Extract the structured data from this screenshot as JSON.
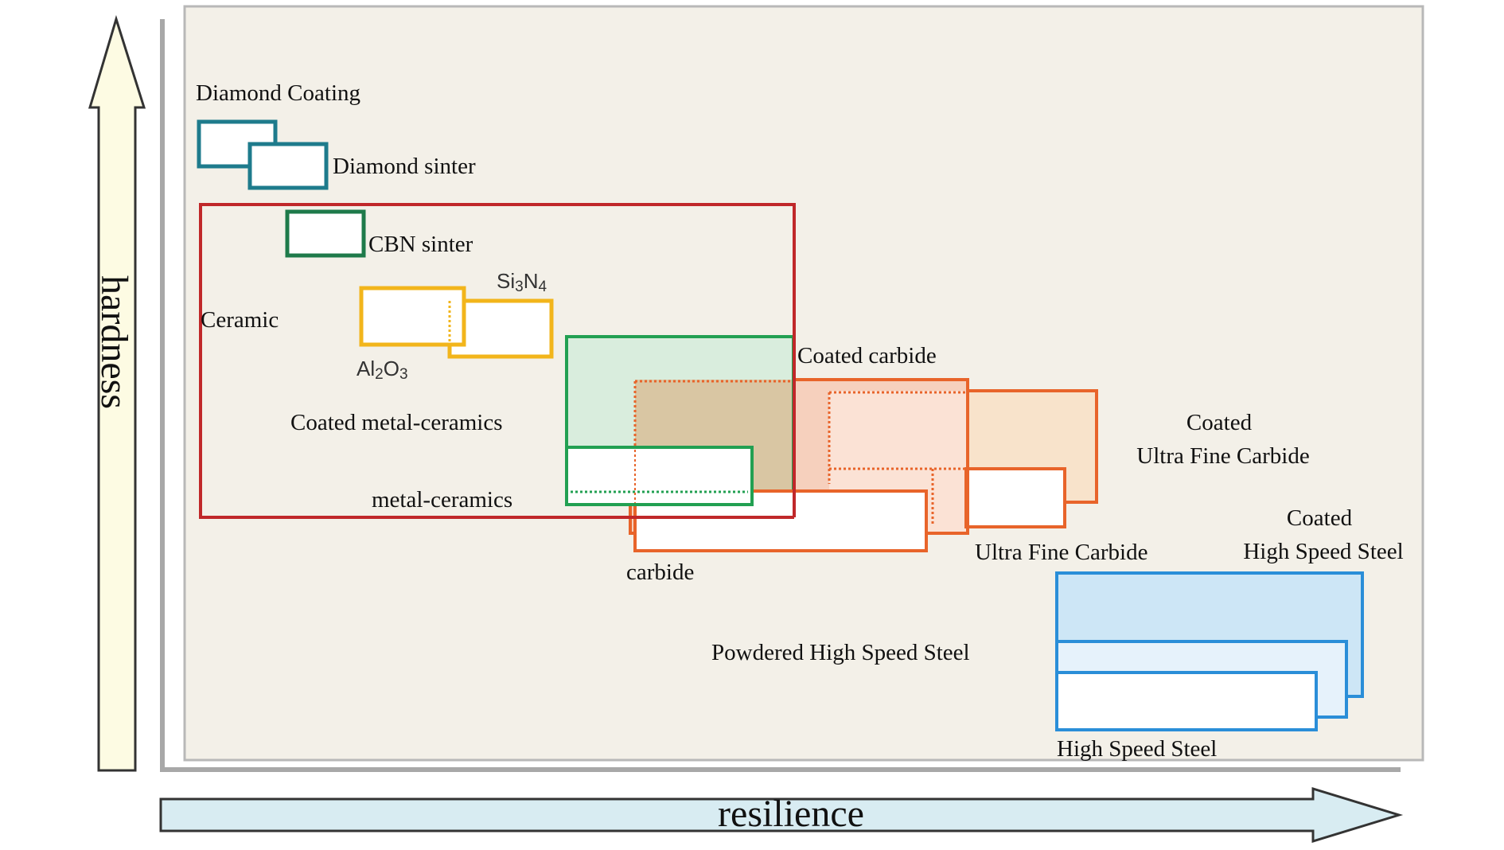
{
  "axes": {
    "y_label": "hardness",
    "x_label": "resilience",
    "y_arrow_fill": "#fdfbe3",
    "x_arrow_fill": "#d8ecf2"
  },
  "panel": {
    "background": "#f3f0e8",
    "border": "#b8b8b8"
  },
  "labels": {
    "diamond_coating": "Diamond Coating",
    "diamond_sinter": "Diamond sinter",
    "cbn_sinter": "CBN sinter",
    "si3n4": {
      "base1": "Si",
      "sub1": "3",
      "base2": "N",
      "sub2": "4"
    },
    "ceramic": "Ceramic",
    "al2o3": {
      "base1": "Al",
      "sub1": "2",
      "base2": "O",
      "sub2": "3"
    },
    "coated_carbide": "Coated carbide",
    "coated_metal_ceramics": "Coated metal-ceramics",
    "metal_ceramics": "metal-ceramics",
    "carbide": "carbide",
    "coated_ufc_line1": "Coated",
    "coated_ufc_line2": "Ultra Fine Carbide",
    "ultra_fine_carbide": "Ultra Fine Carbide",
    "coated_hss_line1": "Coated",
    "coated_hss_line2": "High Speed Steel",
    "powdered_hss": "Powdered High Speed Steel",
    "high_speed_steel": "High Speed Steel"
  },
  "colors": {
    "diamond": "#1e7b8c",
    "cbn": "#1e7a4a",
    "ceramic_group": "#c0282a",
    "alumina_nitride": "#f2b51b",
    "metal_ceramics": "#22a052",
    "carbide": "#e8642a",
    "hss": "#2a8ed8"
  }
}
